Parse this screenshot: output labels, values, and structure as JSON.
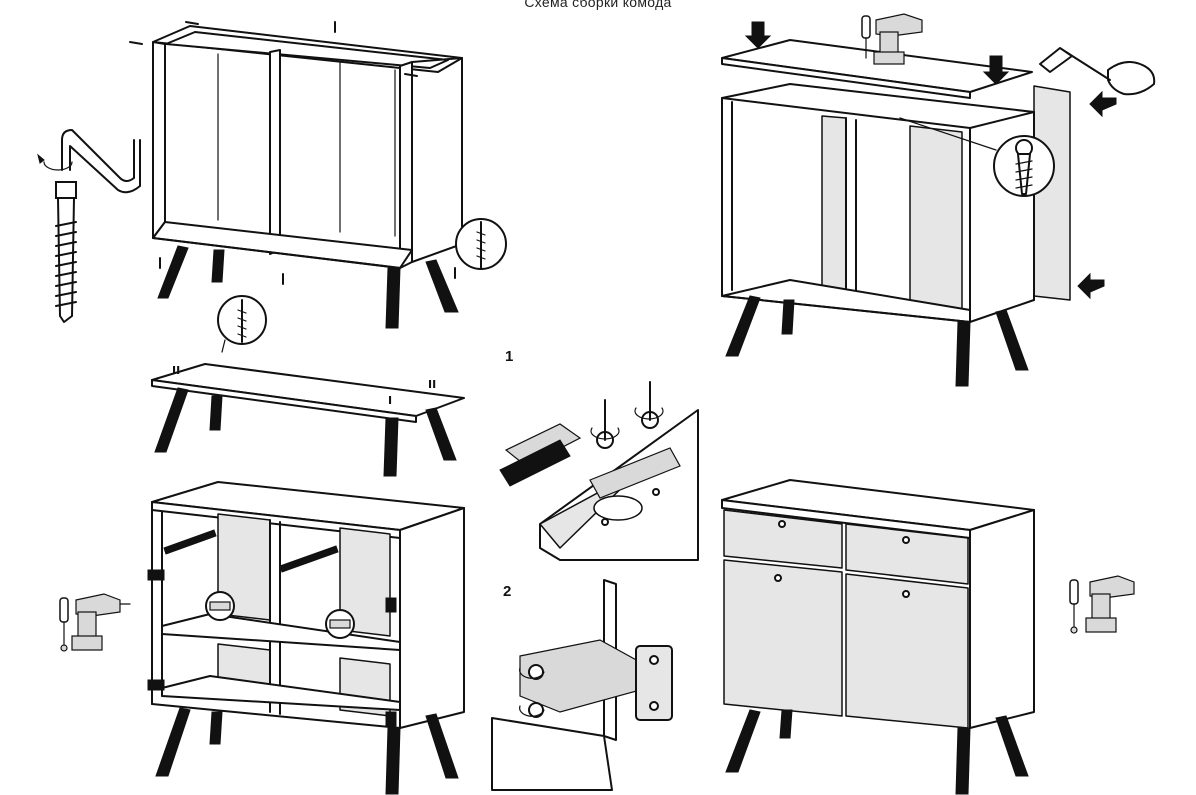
{
  "title": "Схема сборки комода",
  "step_labels": [
    "1",
    "2"
  ],
  "part_marks": {
    "roman_one": "I",
    "roman_two": "II"
  },
  "icons": [
    "screwdriver-icon",
    "drill-icon",
    "hammer-icon",
    "hex-key-icon",
    "screw-icon",
    "confirmat-screw-icon",
    "arrow-icon",
    "hinge-icon"
  ]
}
